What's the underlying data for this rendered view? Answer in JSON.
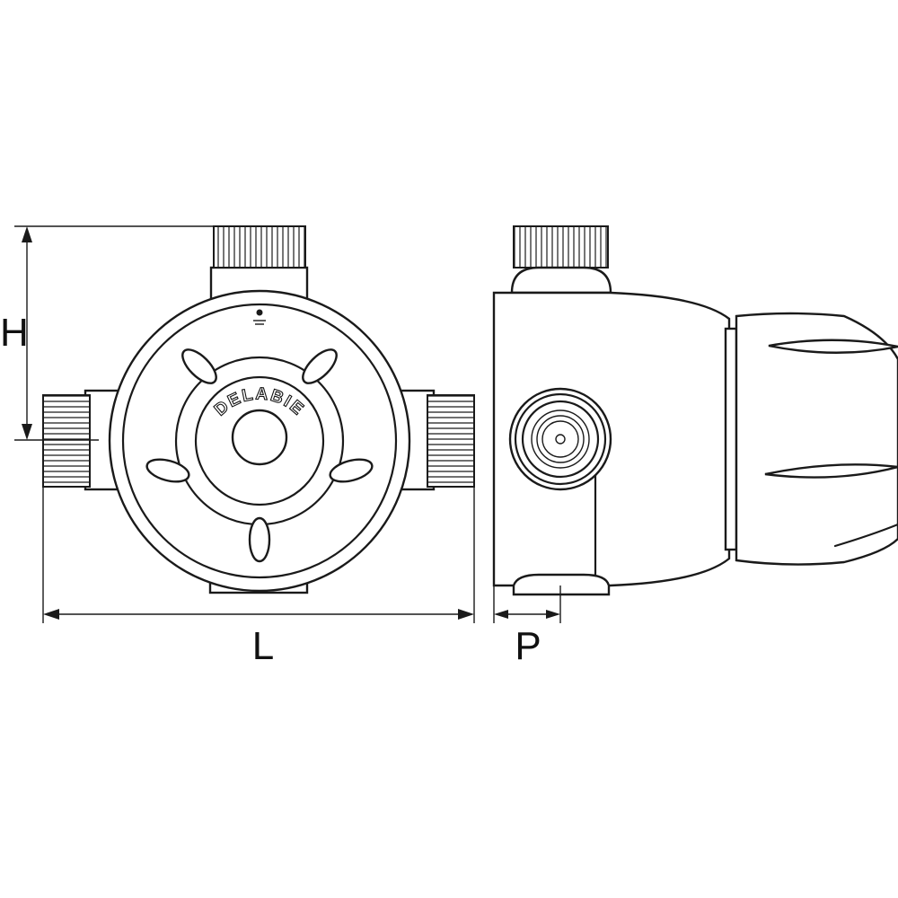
{
  "dimensions": {
    "height_label": "H",
    "length_label": "L",
    "depth_label": "P"
  },
  "front_view": {
    "brand_text": "DELABIE"
  },
  "colors": {
    "line": "#1a1a1a",
    "background": "#ffffff"
  }
}
